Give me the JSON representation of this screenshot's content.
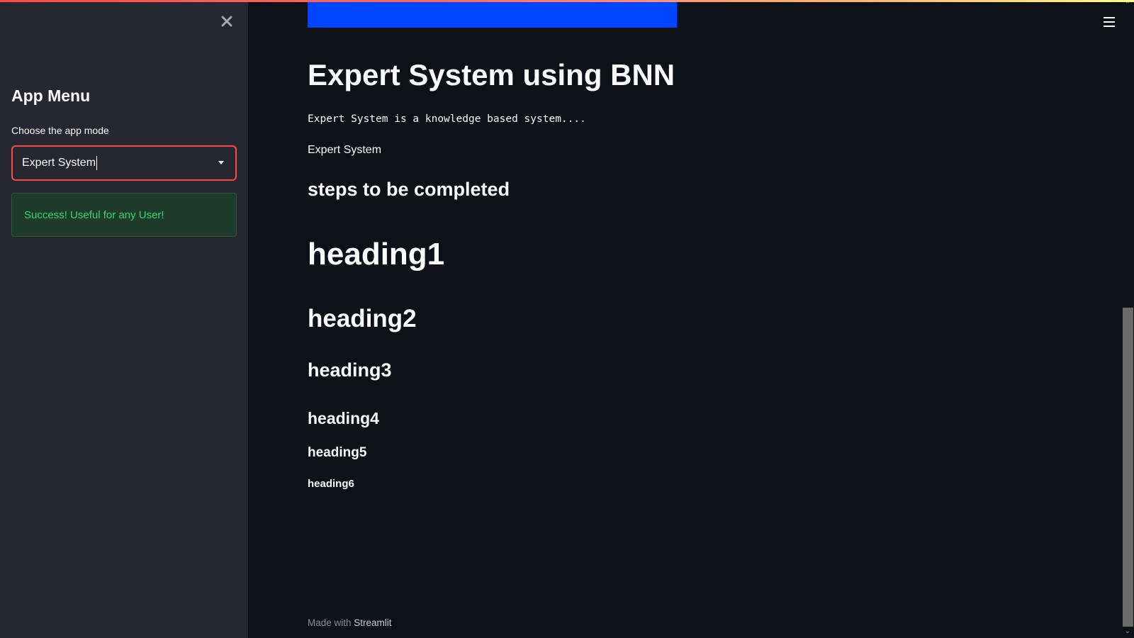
{
  "sidebar": {
    "close_icon": "close-icon",
    "title": "App Menu",
    "select": {
      "label": "Choose the app mode",
      "value": "Expert System",
      "arrow_icon": "caret-down-icon"
    },
    "success_message": "Success! Useful for any User!"
  },
  "header": {
    "menu_icon": "hamburger-menu-icon"
  },
  "main": {
    "title": "Expert System using BNN",
    "description_mono": "Expert System is a knowledge based system....",
    "description_text": "Expert System",
    "subheading": "steps to be completed",
    "headings": [
      "heading1",
      "heading2",
      "heading3",
      "heading4",
      "heading5",
      "heading6"
    ]
  },
  "footer": {
    "prefix": "Made with ",
    "link": "Streamlit"
  },
  "colors": {
    "background": "#0e1117",
    "sidebar": "#262730",
    "accent": "#ff4b4b",
    "banner": "#0044ff",
    "success_text": "#3dd56d",
    "success_bg": "#1f3b2c"
  }
}
